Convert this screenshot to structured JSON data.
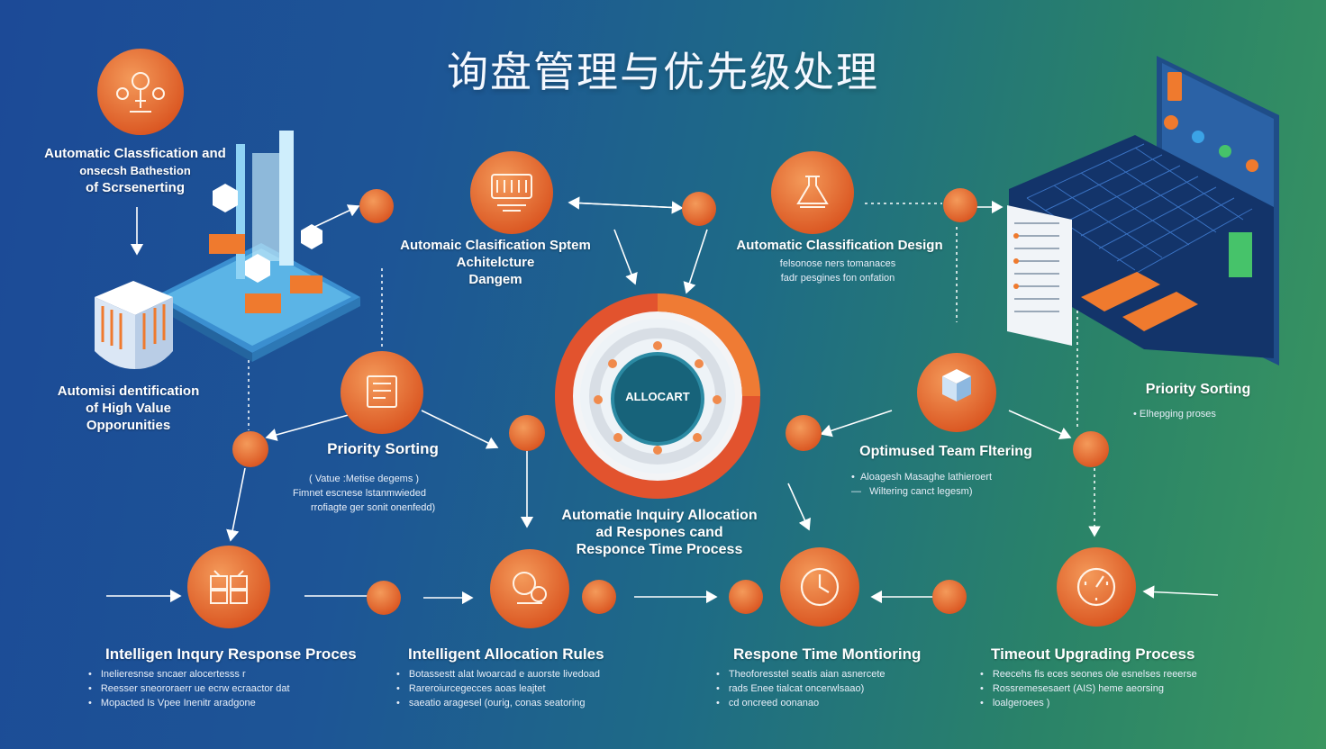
{
  "title": "询盘管理与优先级处理",
  "top_left": {
    "label": [
      "Automatic Classfication and",
      "onsecsh Bathestion",
      "of Scrsenerting"
    ]
  },
  "left_mid": {
    "label": [
      "Automisi dentification",
      "of High Value",
      "Opporunities"
    ]
  },
  "arch": {
    "label": [
      "Automaic Clasification Sptem",
      "Achitelcture",
      "Dangem"
    ]
  },
  "design": {
    "label": "Automatic Classification Design",
    "sub": [
      "felsonose ners tomanaces",
      "fadr pesgines fon onfation"
    ]
  },
  "priority_center": {
    "label": "Priority Sorting",
    "sub": [
      "( Vatue :Metise degems )",
      "Fimnet escnese lstanmwieded",
      "rrofiagte ger sonit onenfedd)"
    ]
  },
  "priority_right": {
    "label": "Priority Sorting",
    "sub": "Elhepging proses"
  },
  "team": {
    "label": "Optimused Team Fltering",
    "sub": [
      "Aloagesh Masaghe lathieroert",
      "Wiltering canct legesm)"
    ]
  },
  "center": {
    "hub_label": "ALLOCART",
    "label": [
      "Automatie Inquiry Allocation",
      "ad Respones cand",
      "Responce Time Process"
    ]
  },
  "bottom": [
    {
      "heading": "Intelligen Inqury Response Proces",
      "bullets": [
        "Inelieresnse sncaer alocertesss r",
        "Reesser sneororaerr ue ecrw ecraactor dat",
        "Mopacted Is Vpee Inenitr aradgone"
      ]
    },
    {
      "heading": "Intelligent Allocation Rules",
      "bullets": [
        "Botassestt alat lwoarcad e auorste livedoad",
        "Rareroiurcegecces aoas leajtet",
        "saeatio aragesel (ourig, conas seatoring"
      ]
    },
    {
      "heading": "Respone Time Montioring",
      "bullets": [
        "Theoforesstel seatis aian asnercete",
        "rads Enee tialcat oncerwlsaao)",
        "cd oncreed oonanao"
      ]
    },
    {
      "heading": "Timeout Upgrading Process",
      "bullets": [
        "Reecehs fis eces seones ole esnelses reeerse",
        "Rossremesesaert (AIS) heme aeorsing",
        "loalgeroees )"
      ]
    }
  ],
  "colors": {
    "node": "#e8652b",
    "node_light": "#f08a4c",
    "ring_outer": "#e0532f",
    "hub": "#17637a",
    "line": "#ffffff"
  }
}
